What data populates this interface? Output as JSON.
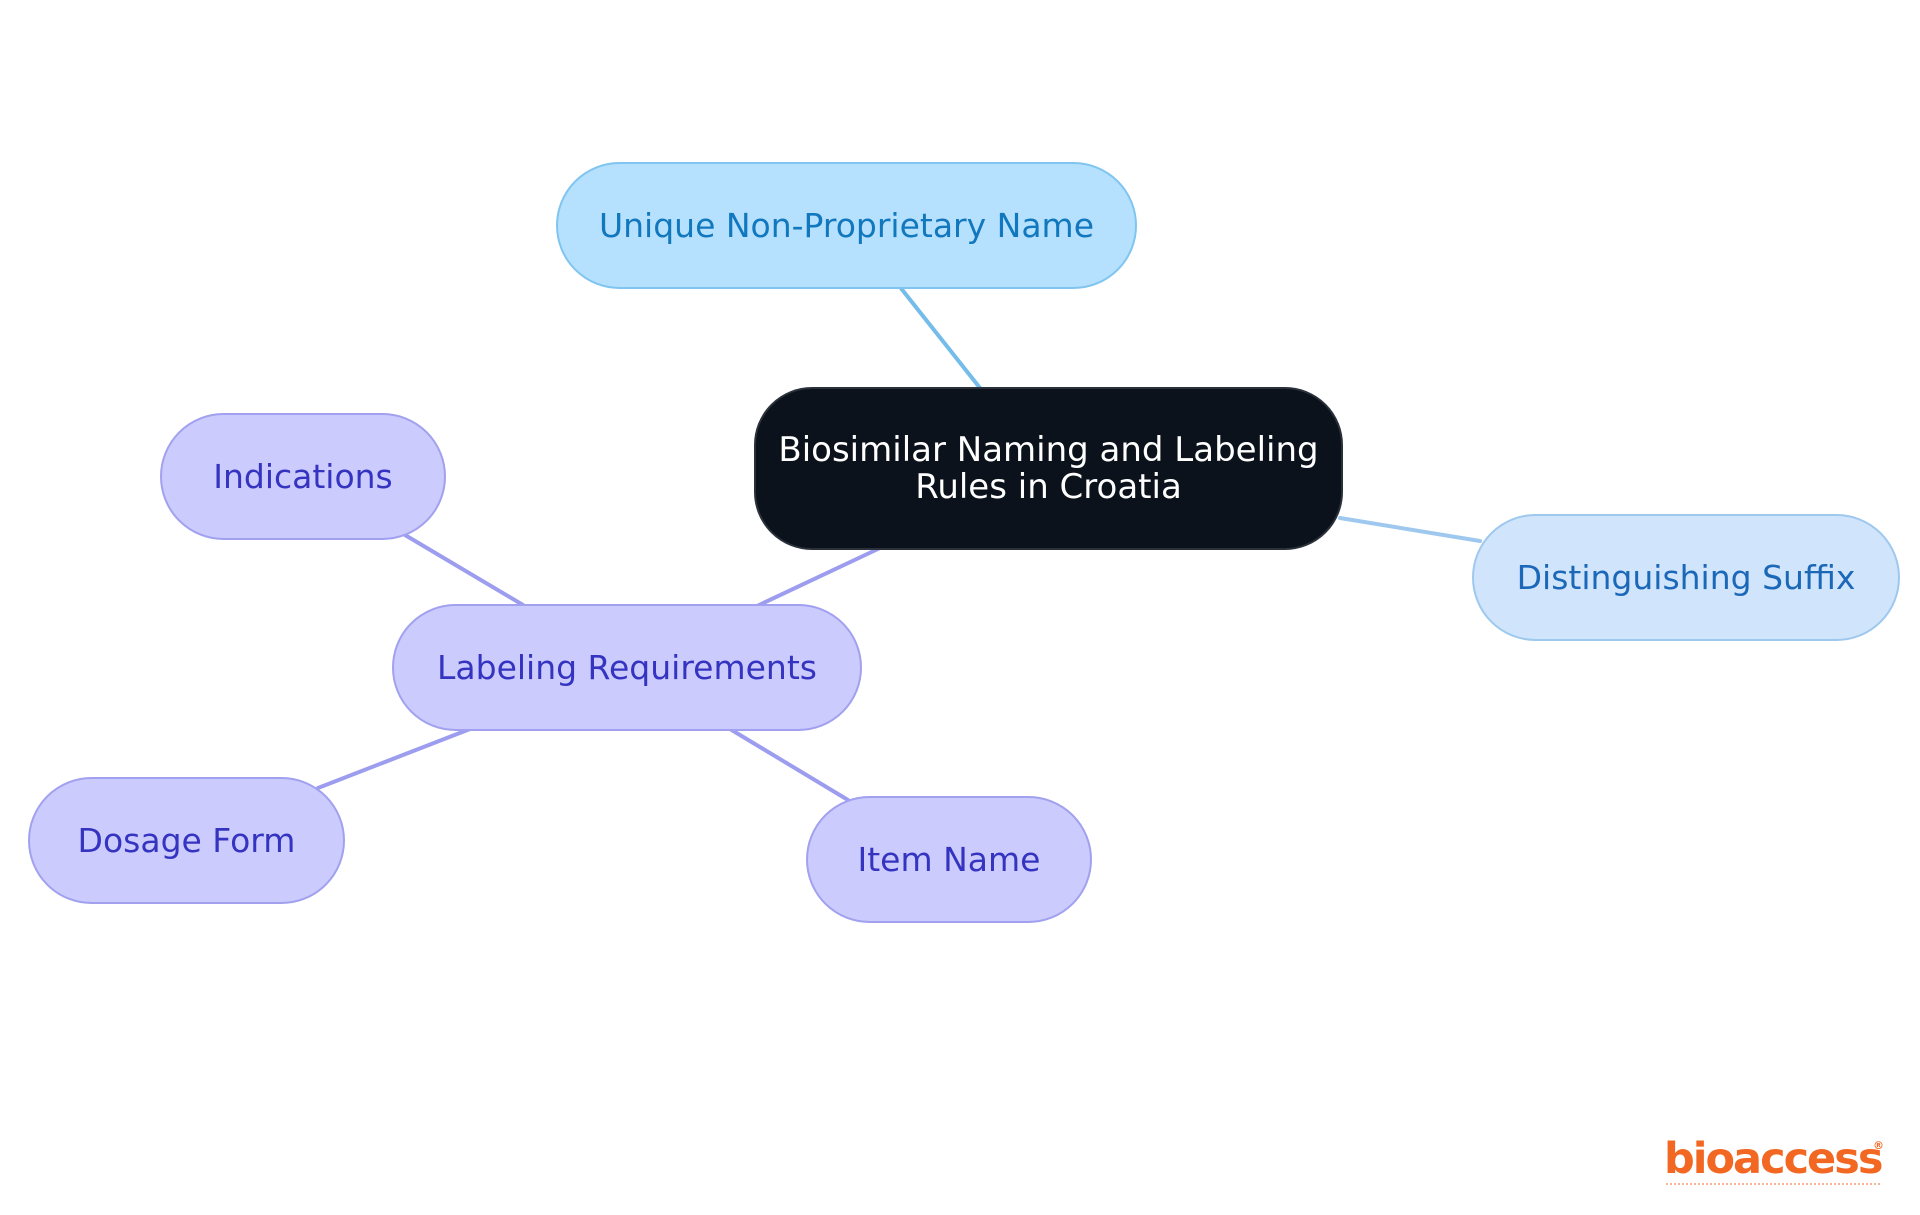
{
  "diagram": {
    "root": {
      "id": "root",
      "lines": [
        "Biosimilar Naming and Labeling",
        "Rules in Croatia"
      ]
    },
    "nodes": [
      {
        "id": "unique",
        "label": "Unique Non-Proprietary Name",
        "parent": "root",
        "style": "blue-strong"
      },
      {
        "id": "suffix",
        "label": "Distinguishing Suffix",
        "parent": "root",
        "style": "blue-soft"
      },
      {
        "id": "labeling",
        "label": "Labeling Requirements",
        "parent": "root",
        "style": "purple"
      },
      {
        "id": "indications",
        "label": "Indications",
        "parent": "labeling",
        "style": "purple"
      },
      {
        "id": "dosage",
        "label": "Dosage Form",
        "parent": "labeling",
        "style": "purple"
      },
      {
        "id": "item",
        "label": "Item Name",
        "parent": "labeling",
        "style": "purple"
      }
    ],
    "colors": {
      "root_fill": "#0c121b",
      "blue_strong_fill": "#b5e0fe",
      "blue_soft_fill": "#d0e5fb",
      "purple_fill": "#cbcbfd",
      "edge_blue_strong": "#74bdea",
      "edge_blue_soft": "#9ec8ee",
      "edge_purple": "#9d9df0"
    }
  },
  "logo": {
    "brand": "bioaccess",
    "color": "#f26722"
  }
}
